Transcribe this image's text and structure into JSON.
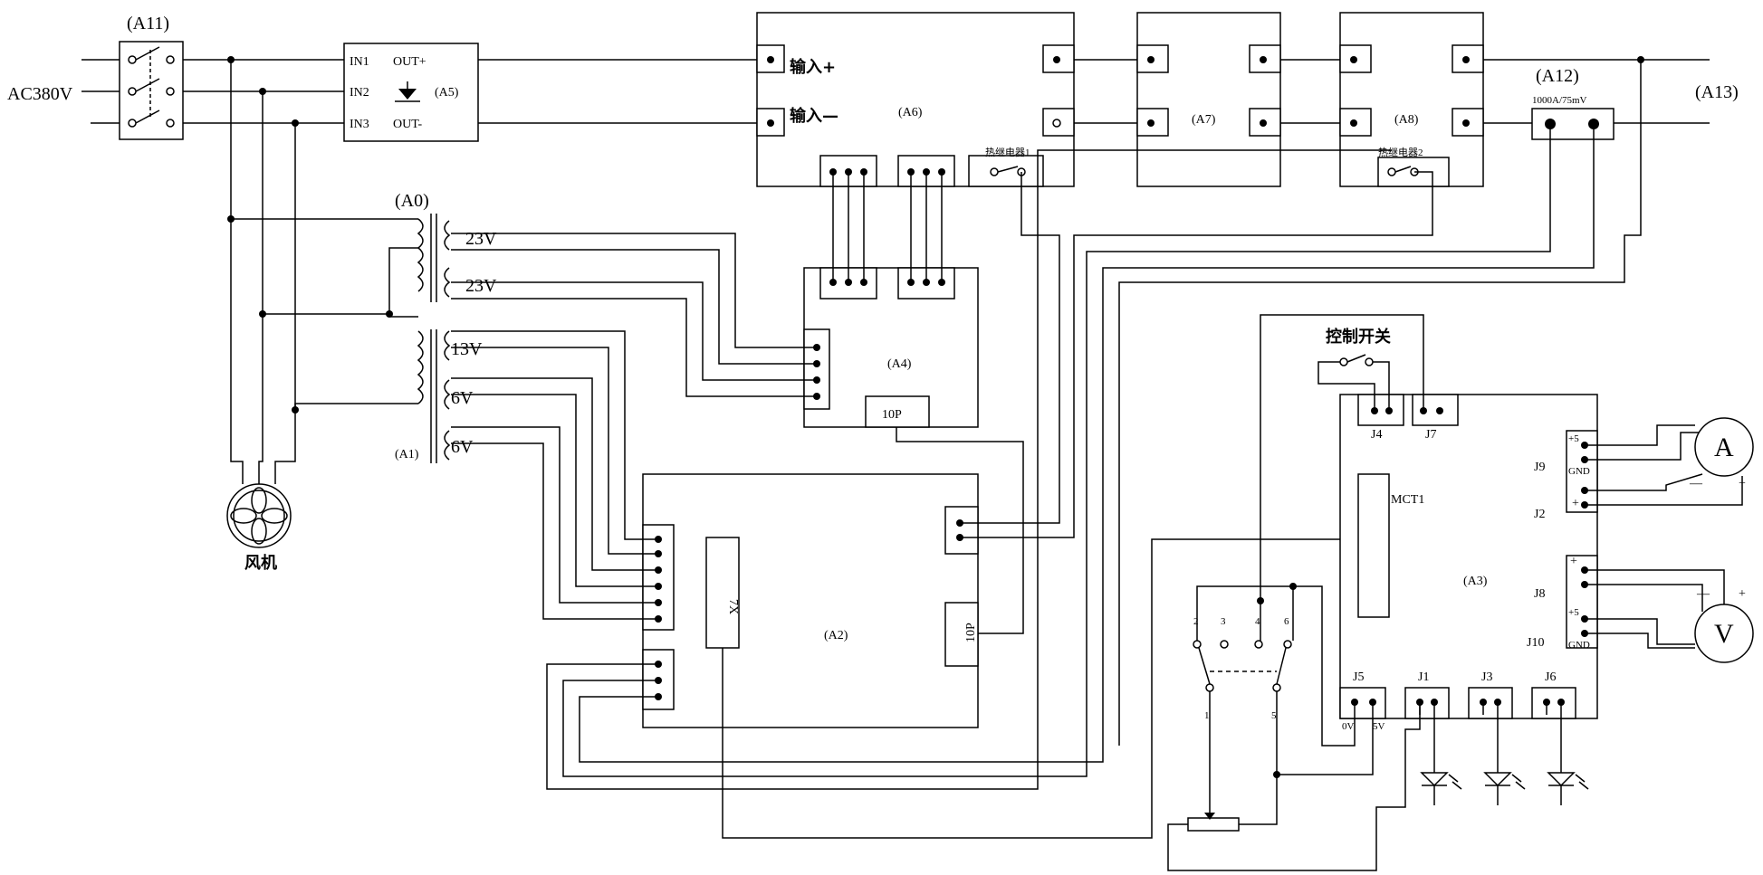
{
  "labels": {
    "ac_input": "AC380V",
    "a11": "(A11)",
    "a0": "(A0)",
    "a1": "(A1)",
    "a2": "(A2)",
    "a3": "(A3)",
    "a4": "(A4)",
    "a5": "(A5)",
    "a6": "(A6)",
    "a7": "(A7)",
    "a8": "(A8)",
    "a12": "(A12)",
    "a13": "(A13)",
    "shunt_rating": "1000A/75mV",
    "in1": "IN1",
    "in2": "IN2",
    "in3": "IN3",
    "out_plus": "OUT+",
    "out_minus": "OUT-",
    "input_plus": "输入+",
    "input_minus": "输入—",
    "thermal_relay_1": "热继电器1",
    "thermal_relay_2": "热继电器2",
    "v23a": "23V",
    "v23b": "23V",
    "v13": "13V",
    "v6a": "6V",
    "v6b": "6V",
    "fan": "风机",
    "control_switch": "控制开关",
    "conn_10p_a4": "10P",
    "conn_10p_a2": "10P",
    "conn_7x": "7X",
    "j4": "J4",
    "j7": "J7",
    "j9": "J9",
    "j2": "J2",
    "j8": "J8",
    "j10": "J10",
    "j5": "J5",
    "j1": "J1",
    "j3": "J3",
    "j6": "J6",
    "mct1": "MCT1",
    "p5v_a": "+5",
    "gnd_a": "GND",
    "p5v_b": "+5",
    "gnd_b": "GND",
    "plus_j2": "+",
    "plus_j8": "+",
    "j5_0v": "0V",
    "j5_5v": "5V",
    "ammeter": "A",
    "voltmeter": "V",
    "amm_minus": "—",
    "amm_plus": "+",
    "volt_minus": "—",
    "volt_plus": "+",
    "sw_pin_1": "1",
    "sw_pin_2": "2",
    "sw_pin_3": "3",
    "sw_pin_4": "4",
    "sw_pin_5": "5",
    "sw_pin_6": "6"
  }
}
